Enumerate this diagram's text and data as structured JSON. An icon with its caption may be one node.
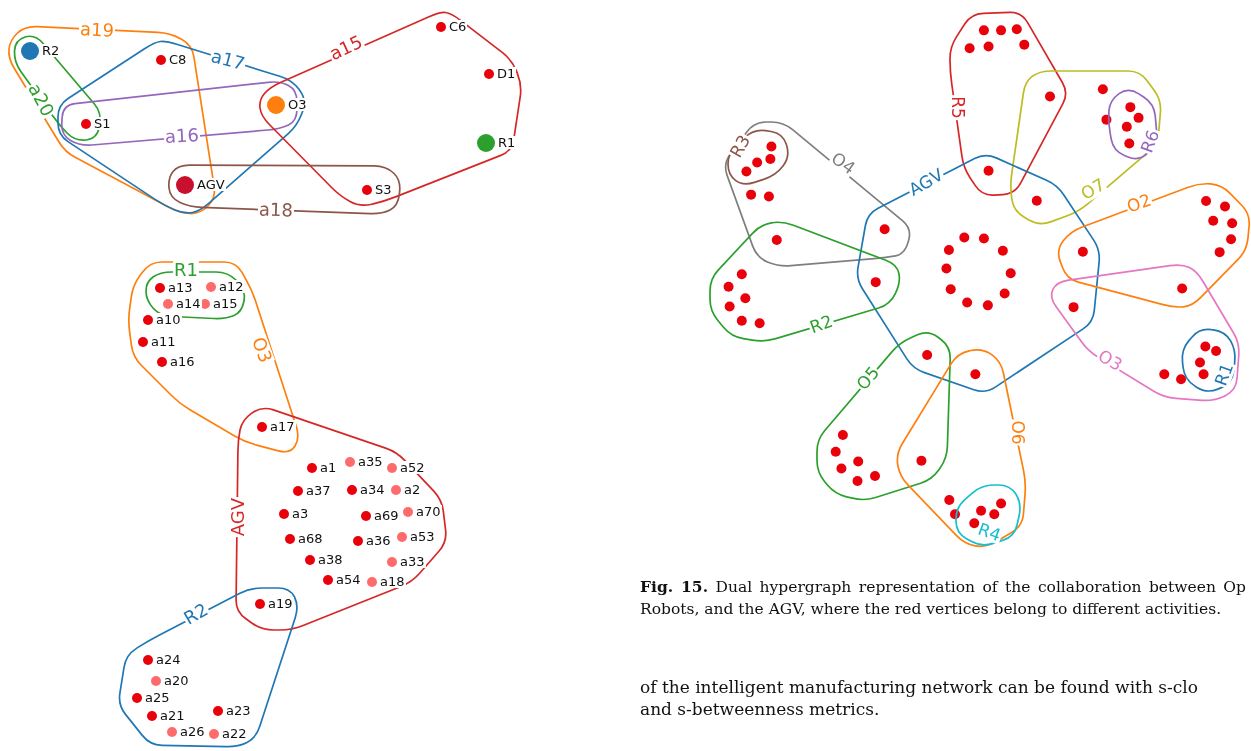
{
  "diagram": {
    "caption": "**Fig. 15.** Dual hypergraph representation of the collaboration between Op Robots, and the AGV, where the red vertices belong to different activities.",
    "nodes": [
      {
        "text": [
          "a19"
        ]
      },
      {
        "text": [
          "a20"
        ],
        "in": 0
      },
      {
        "text": [
          "a17"
        ]
      },
      {
        "text": [
          "a16"
        ],
        "in": 2
      },
      {
        "text": [
          "a15"
        ]
      },
      {
        "text": [
          "a18"
        ]
      },
      {
        "text": [
          "R2"
        ],
        "in": 1
      },
      {
        "text": [
          "C8"
        ]
      },
      {
        "text": [
          "S1"
        ]
      },
      {
        "text": [
          "O3"
        ]
      },
      {
        "text": [
          "C6"
        ],
        "in": 4
      },
      {
        "text": [
          "D1"
        ],
        "in": 4
      },
      {
        "text": [
          "R1"
        ],
        "in": 4
      },
      {
        "text": [
          "AGV"
        ]
      },
      {
        "text": [
          "S3"
        ]
      },
      {
        "text": [
          "O3"
        ]
      },
      {
        "text": [
          "R1"
        ],
        "in": 15
      },
      {
        "text": [
          "AGV"
        ]
      },
      {
        "text": [
          "R2"
        ]
      },
      {
        "text": [
          "a13"
        ],
        "in": 16
      },
      {
        "text": [
          "a14"
        ],
        "in": 16
      },
      {
        "text": [
          "a12"
        ],
        "in": 16
      },
      {
        "text": [
          "a15"
        ],
        "in": 16
      },
      {
        "text": [
          "a10"
        ],
        "in": 15
      },
      {
        "text": [
          "a11"
        ],
        "in": 15
      },
      {
        "text": [
          "a16"
        ],
        "in": 15
      },
      {
        "text": [
          "a17"
        ]
      },
      {
        "text": [
          "a1"
        ],
        "in": 17
      },
      {
        "text": [
          "a35"
        ],
        "in": 17
      },
      {
        "text": [
          "a52"
        ],
        "in": 17
      },
      {
        "text": [
          "a37"
        ],
        "in": 17
      },
      {
        "text": [
          "a34"
        ],
        "in": 17
      },
      {
        "text": [
          "a2"
        ],
        "in": 17
      },
      {
        "text": [
          "a3"
        ],
        "in": 17
      },
      {
        "text": [
          "a69"
        ],
        "in": 17
      },
      {
        "text": [
          "a70"
        ],
        "in": 17
      },
      {
        "text": [
          "a68"
        ],
        "in": 17
      },
      {
        "text": [
          "a36"
        ],
        "in": 17
      },
      {
        "text": [
          "a53"
        ],
        "in": 17
      },
      {
        "text": [
          "a38"
        ],
        "in": 17
      },
      {
        "text": [
          "a54"
        ],
        "in": 17
      },
      {
        "text": [
          "a18"
        ],
        "in": 17
      },
      {
        "text": [
          "a33"
        ],
        "in": 17
      },
      {
        "text": [
          "a19"
        ]
      },
      {
        "text": [
          "a24"
        ],
        "in": 18
      },
      {
        "text": [
          "a20"
        ],
        "in": 18
      },
      {
        "text": [
          "a25"
        ],
        "in": 18
      },
      {
        "text": [
          "a21"
        ],
        "in": 18
      },
      {
        "text": [
          "a23"
        ],
        "in": 18
      },
      {
        "text": [
          "a26"
        ],
        "in": 18
      },
      {
        "text": [
          "a22"
        ],
        "in": 18
      },
      {
        "text": [
          "R5"
        ]
      },
      {
        "text": [
          "O7"
        ]
      },
      {
        "text": [
          "R6"
        ],
        "in": 52
      },
      {
        "text": [
          "O4"
        ]
      },
      {
        "text": [
          "R3"
        ],
        "in": 54
      },
      {
        "text": [
          "AGV"
        ]
      },
      {
        "text": [
          "R2"
        ]
      },
      {
        "text": [
          "O2"
        ]
      },
      {
        "text": [
          "O3"
        ]
      },
      {
        "text": [
          "R1"
        ],
        "in": 59
      },
      {
        "text": [
          "O5"
        ]
      },
      {
        "text": [
          "O6"
        ]
      },
      {
        "text": [
          "R4"
        ],
        "in": 62
      }
    ],
    "labels": [
      "of the intelligent manufacturing network can be found with s-clo and s-betweenness metrics."
    ]
  }
}
